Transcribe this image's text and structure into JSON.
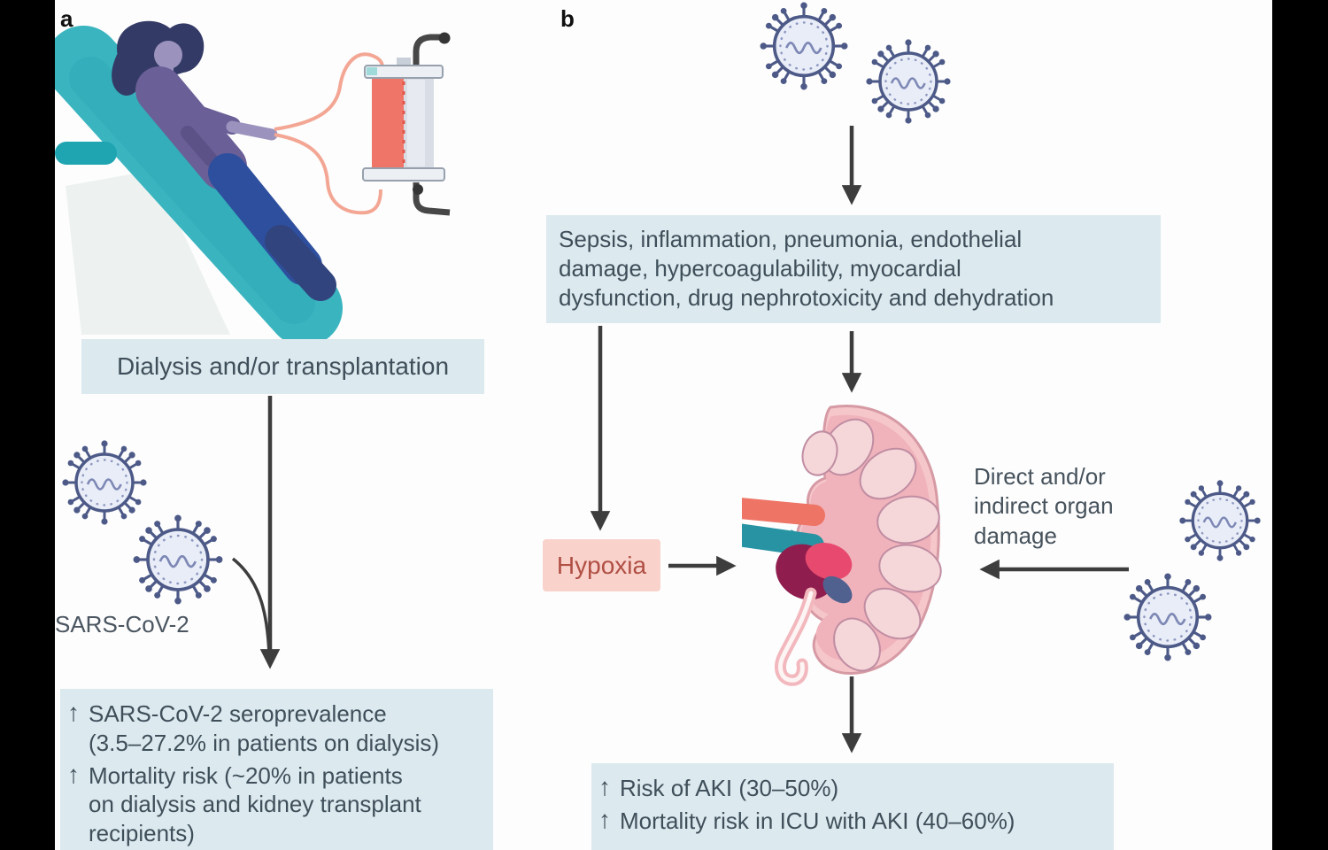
{
  "glyphs": {
    "up_arrow": "↑"
  },
  "panel_a": {
    "label": "a",
    "dialysis_box": "Dialysis and/or transplantation",
    "virus_label": "SARS-CoV-2",
    "outcomes": [
      {
        "text": "SARS-CoV-2 seroprevalence\n(3.5–27.2% in patients on dialysis)"
      },
      {
        "text": "Mortality risk (~20% in patients\non dialysis and kidney transplant\nrecipients)"
      }
    ]
  },
  "panel_b": {
    "label": "b",
    "causes_box": "Sepsis, inflammation, pneumonia, endothelial\ndamage, hypercoagulability, myocardial\ndysfunction, drug nephrotoxicity and dehydration",
    "hypoxia_label": "Hypoxia",
    "damage_label": "Direct and/or\nindirect organ\ndamage",
    "outcomes": [
      {
        "text": "Risk of AKI (30–50%)"
      },
      {
        "text": "Mortality risk in ICU with AKI (40–60%)"
      }
    ]
  },
  "colors": {
    "info_box_bg": "#dce9ee",
    "info_box_text": "#3f4f5a",
    "hypoxia_bg": "#f8d2cb",
    "hypoxia_text": "#b04f44",
    "arrow": "#3d3d3d",
    "virus_outline": "#4d5a88",
    "virus_fill": "#e9edf8",
    "chair_teal": "#3ab5c0",
    "dialyzer_red": "#ef7568",
    "kidney_pink": "#f5c6ca",
    "renal_artery": "#ee7465",
    "renal_vein": "#2793a3",
    "renal_pelvis": "#8f1d4e"
  }
}
